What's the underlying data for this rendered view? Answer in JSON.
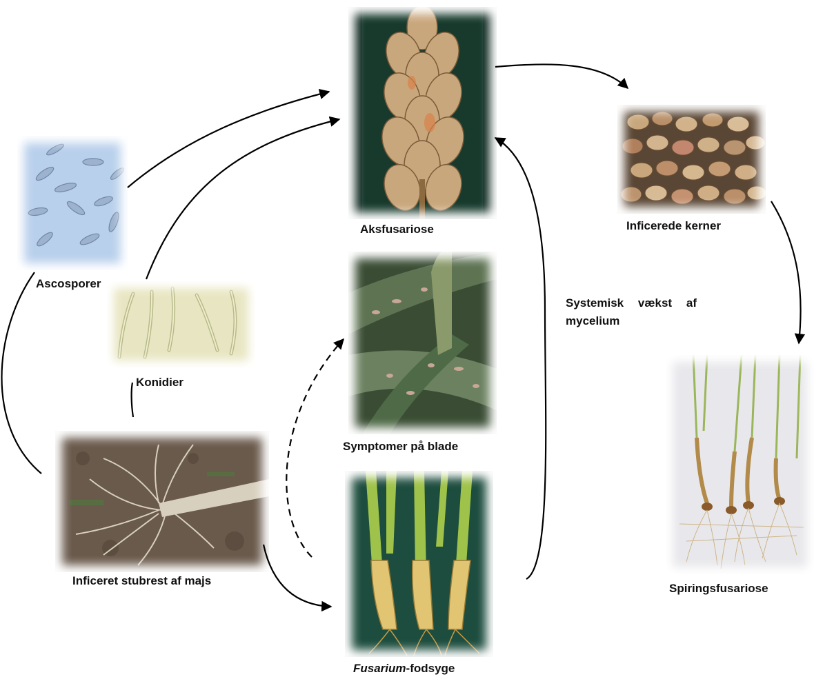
{
  "nodes": {
    "head_blight": {
      "label": "Aksfusariose",
      "icon": "wheat-ear-photo"
    },
    "infected_kernels": {
      "label": "Inficerede kerner",
      "icon": "kernels-photo"
    },
    "seedling_blight": {
      "label": "Spiringsfusariose",
      "icon": "seedlings-photo"
    },
    "ascospores": {
      "label": "Ascosporer",
      "icon": "ascospores-micrograph"
    },
    "conidia": {
      "label": "Konidier",
      "icon": "conidia-micrograph"
    },
    "leaf_symptoms": {
      "label": "Symptomer på blade",
      "icon": "leaf-symptoms-photo"
    },
    "maize_stubble": {
      "label": "Inficeret stubrest af majs",
      "icon": "maize-stubble-photo"
    },
    "foot_rot": {
      "label_italic": "Fusarium",
      "label_rest": "-fodsyge",
      "icon": "foot-rot-photo"
    }
  },
  "annotations": {
    "systemic_growth": "Systemisk vækst af mycelium"
  },
  "colors": {
    "arrow": "#000000",
    "label": "#111111",
    "background": "#ffffff"
  }
}
